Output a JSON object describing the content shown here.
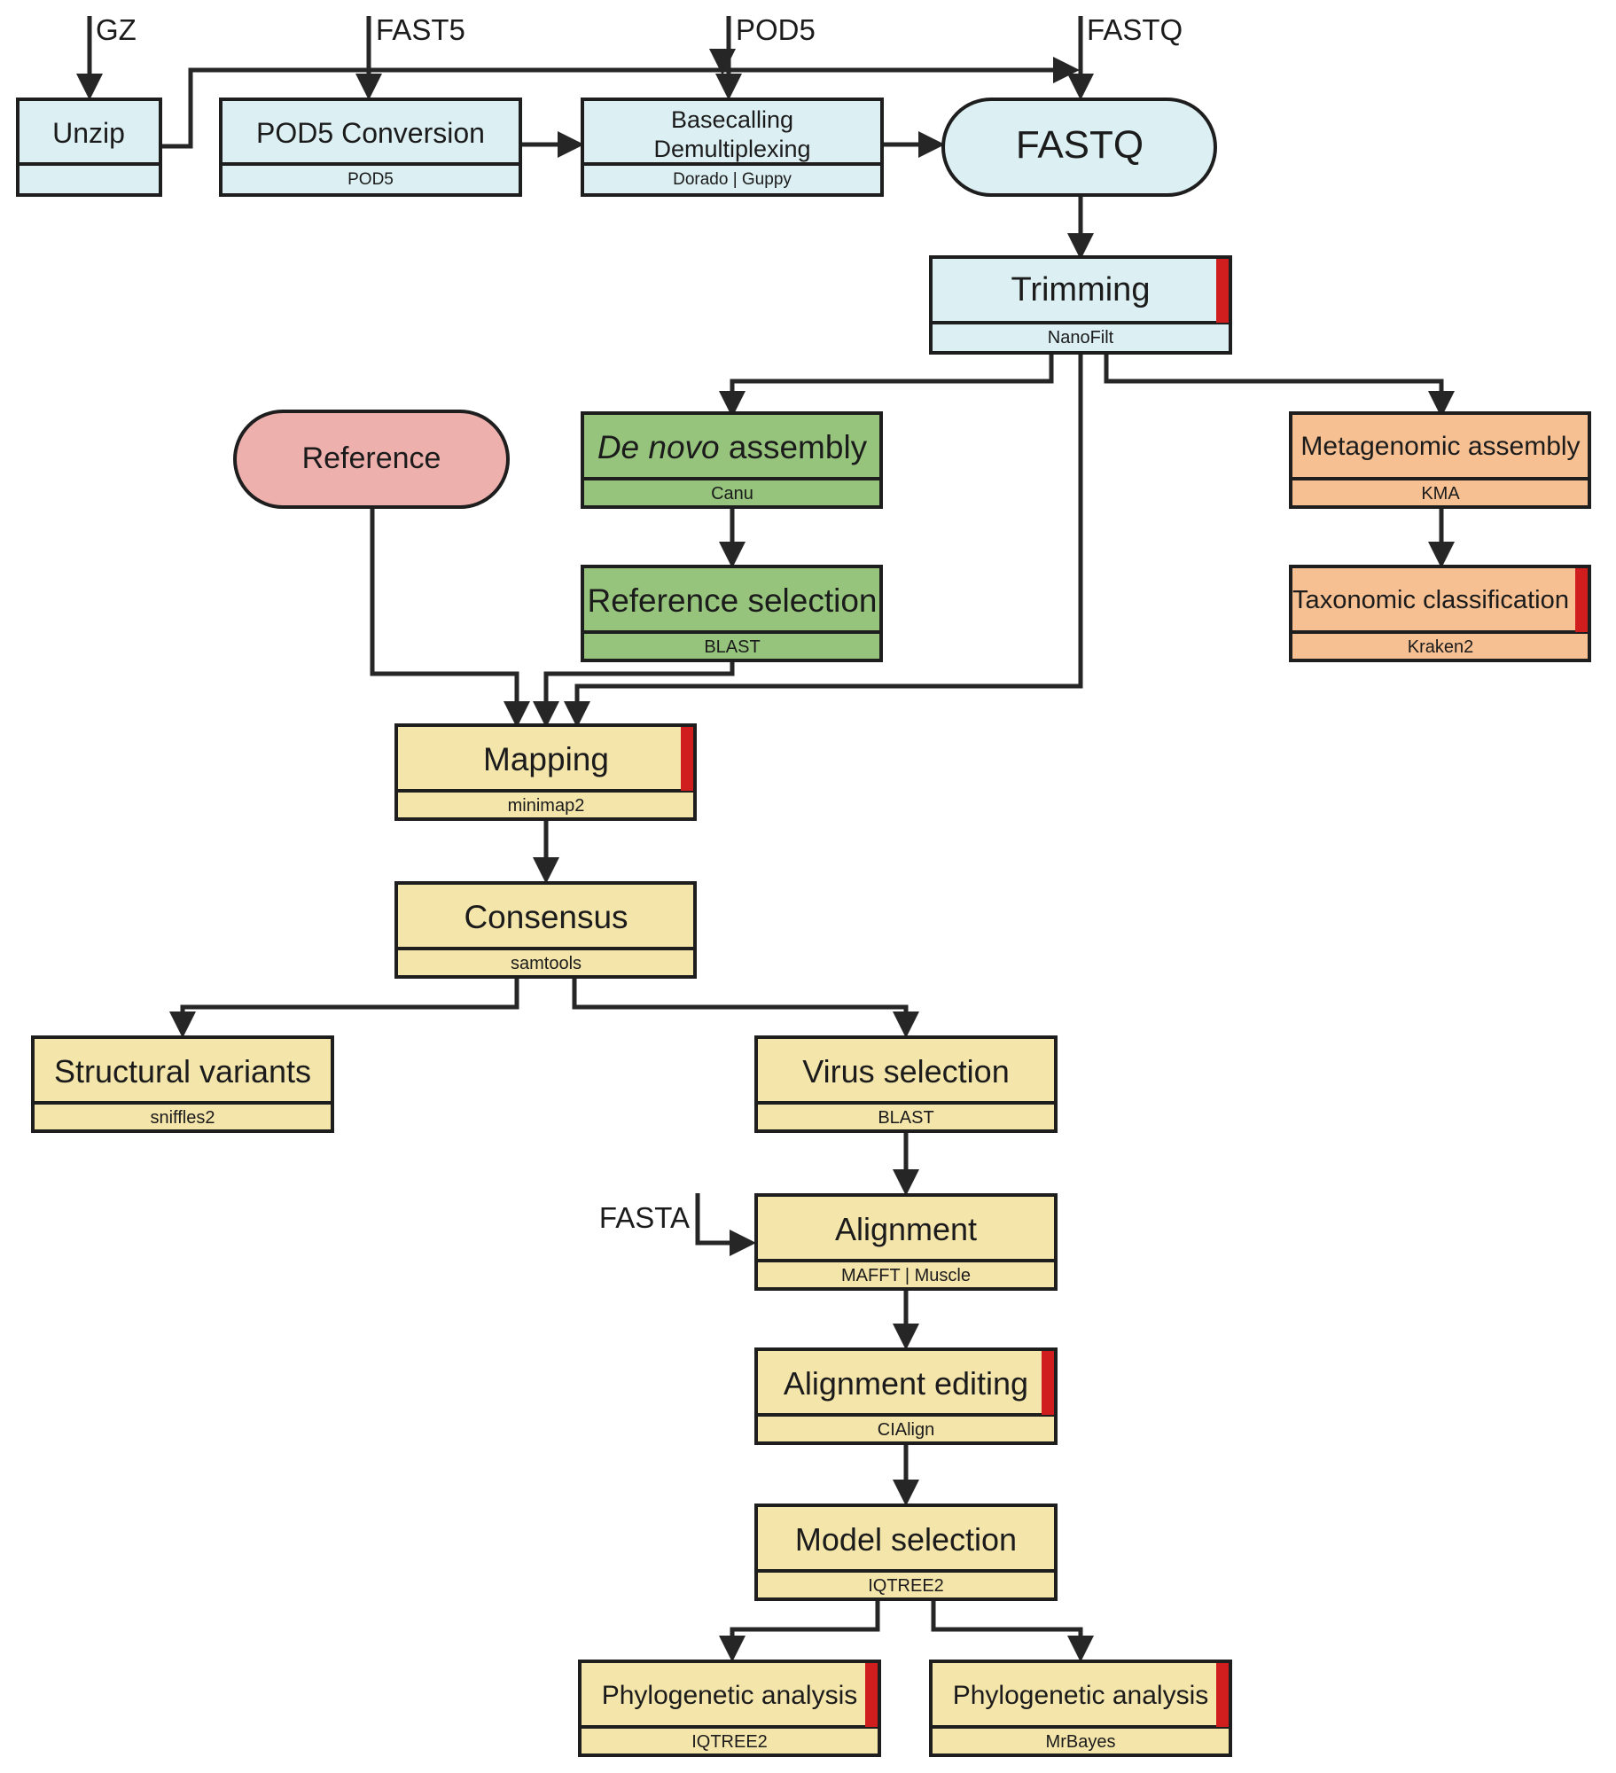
{
  "colors": {
    "preprocessing": "#dcf0f4",
    "reference": "#eeb0ad",
    "denovo": "#96c47d",
    "metagenomic": "#f6c092",
    "mapping_branch": "#f4e5ab",
    "marker": "#d01d1d",
    "line": "#262626"
  },
  "inputs": {
    "gz": "GZ",
    "fast5": "FAST5",
    "pod5": "POD5",
    "fastq": "FASTQ",
    "fasta": "FASTA"
  },
  "nodes": {
    "unzip": {
      "title": "Unzip",
      "tool": ""
    },
    "pod5_conversion": {
      "title": "POD5 Conversion",
      "tool": "POD5"
    },
    "basecalling": {
      "title_line1": "Basecalling",
      "title_line2": "Demultiplexing",
      "tool": "Dorado | Guppy"
    },
    "fastq": {
      "title": "FASTQ"
    },
    "trimming": {
      "title": "Trimming",
      "tool": "NanoFilt"
    },
    "reference": {
      "title": "Reference"
    },
    "de_novo_assembly": {
      "title_italic": "De novo",
      "title_rest": " assembly",
      "tool": "Canu"
    },
    "reference_selection": {
      "title": "Reference selection",
      "tool": "BLAST"
    },
    "metagenomic_assembly": {
      "title": "Metagenomic assembly",
      "tool": "KMA"
    },
    "taxonomic_classification": {
      "title": "Taxonomic classification",
      "tool": "Kraken2"
    },
    "mapping": {
      "title": "Mapping",
      "tool": "minimap2"
    },
    "consensus": {
      "title": "Consensus",
      "tool": "samtools"
    },
    "structural_variants": {
      "title": "Structural variants",
      "tool": "sniffles2"
    },
    "virus_selection": {
      "title": "Virus selection",
      "tool": "BLAST"
    },
    "alignment": {
      "title": "Alignment",
      "tool": "MAFFT | Muscle"
    },
    "alignment_editing": {
      "title": "Alignment editing",
      "tool": "CIAlign"
    },
    "model_selection": {
      "title": "Model selection",
      "tool": "IQTREE2"
    },
    "phylogenetic_iqtree": {
      "title": "Phylogenetic analysis",
      "tool": "IQTREE2"
    },
    "phylogenetic_mrbayes": {
      "title": "Phylogenetic analysis",
      "tool": "MrBayes"
    }
  }
}
